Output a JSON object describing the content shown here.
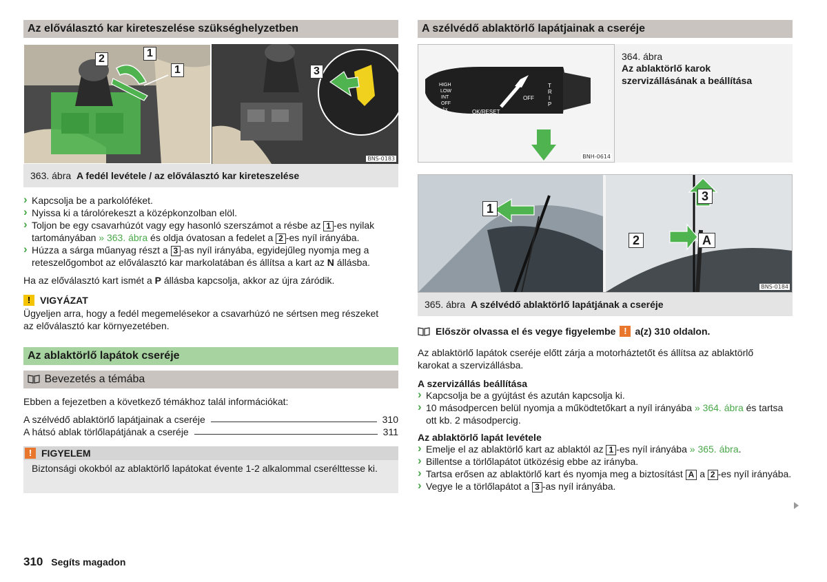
{
  "left": {
    "section1_title": "Az előválasztó kar kireteszelése szükséghelyzetben",
    "fig363": {
      "labels": [
        "2",
        "1",
        "1",
        "3"
      ],
      "code": "BNS-0183",
      "caption_num": "363. ábra",
      "caption_text": "A fedél levétele / az előválasztó kar kireteszelése"
    },
    "steps": {
      "s1": "Kapcsolja be a parkolóféket.",
      "s2": "Nyissa ki a tárolórekeszt a középkonzolban elöl.",
      "s3_a": "Toljon be egy csavarhúzót vagy egy hasonló szerszámot a résbe az",
      "s3_n1": "1",
      "s3_b": "-es nyilak tartományában",
      "s3_link": "» 363. ábra",
      "s3_c": "és oldja óvatosan a fedelet a",
      "s3_n2": "2",
      "s3_d": "-es nyíl irányába.",
      "s4_a": "Húzza a sárga műanyag részt a",
      "s4_n": "3",
      "s4_b": "-as nyíl irányába, egyidejűleg nyomja meg a reteszelőgombot az előválasztó kar markolatában és állítsa a kart az",
      "s4_bold": "N",
      "s4_c": "állásba."
    },
    "para1_a": "Ha az előválasztó kart ismét a",
    "para1_bold": "P",
    "para1_b": "állásba kapcsolja, akkor az újra záródik.",
    "caution_icon": "!",
    "caution_title": "VIGYÁZAT",
    "caution_text": "Ügyeljen arra, hogy a fedél megemelésekor a csavarhúzó ne sértsen meg részeket az előválasztó kar környezetében.",
    "section2_title": "Az ablaktörlő lapátok cseréje",
    "section3_title": "Bevezetés a témába",
    "intro": "Ebben a fejezetben a következő témákhoz talál információkat:",
    "toc": [
      {
        "label": "A szélvédő ablaktörlő lapátjainak a cseréje",
        "page": "310"
      },
      {
        "label": "A hátsó ablak törlőlapátjának a cseréje",
        "page": "311"
      }
    ],
    "warning_icon": "!",
    "warning_title": "FIGYELEM",
    "warning_text": "Biztonsági okokból az ablaktörlő lapátokat évente 1-2 alkalommal cserélttesse ki."
  },
  "right": {
    "section_title": "A szélvédő ablaktörlő lapátjainak a cseréje",
    "fig364": {
      "code": "BNH-0614",
      "caption_num": "364. ábra",
      "caption_text": "Az ablaktörlő karok szervizállásának a beállítása",
      "stalk": {
        "high": "HIGH",
        "low": "LOW",
        "int": "INT",
        "off": "OFF",
        "onex": "1x",
        "okreset": "OK/RESET",
        "off2": "OFF",
        "t": "T",
        "r": "R",
        "i": "I",
        "p": "P"
      }
    },
    "fig365": {
      "labels": [
        "1",
        "3",
        "2",
        "A"
      ],
      "code": "BNS-0184",
      "caption_num": "365. ábra",
      "caption_text": "A szélvédő ablaktörlő lapátjának a cseréje"
    },
    "read_first_a": "Először olvassa el és vegye figyelembe",
    "read_first_icon": "!",
    "read_first_b": "a(z) 310 oldalon.",
    "para": "Az ablaktörlő lapátok cseréje előtt zárja a motorháztetőt és állítsa az ablaktörlő karokat a szervizállásba.",
    "sub1": "A szervizállás beállítása",
    "sub1_steps": {
      "s1": "Kapcsolja be a gyújtást és azután kapcsolja ki.",
      "s2_a": "10 másodpercen belül nyomja a működtetőkart a nyíl irányába",
      "s2_link": "» 364. ábra",
      "s2_b": "és tartsa ott kb. 2 másodpercig."
    },
    "sub2": "Az ablaktörlő lapát levétele",
    "sub2_steps": {
      "s1_a": "Emelje el az ablaktörlő kart az ablaktól az",
      "s1_n": "1",
      "s1_b": "-es nyíl irányába",
      "s1_link": "» 365. ábra",
      "s1_c": ".",
      "s2": "Billentse a törlőlapátot ütközésig ebbe az irányba.",
      "s3_a": "Tartsa erősen az ablaktörlő kart és nyomja meg a biztosítást",
      "s3_n1": "A",
      "s3_b": "a",
      "s3_n2": "2",
      "s3_c": "-es nyíl irányába.",
      "s4_a": "Vegye le a törlőlapátot a",
      "s4_n": "3",
      "s4_b": "-as nyíl irányába."
    }
  },
  "footer": {
    "page_number": "310",
    "title": "Segíts magadon"
  }
}
